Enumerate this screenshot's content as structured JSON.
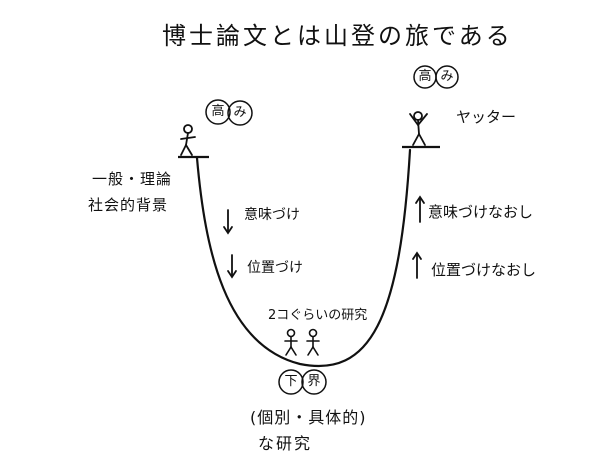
{
  "title": "博士論文とは山登の旅である",
  "start_badge": [
    "高",
    "み"
  ],
  "goal_badge": [
    "高",
    "み"
  ],
  "bottom_badge": [
    "下",
    "界"
  ],
  "left_label": [
    "一般・理論",
    "社会的背景"
  ],
  "down_arrow_labels": [
    "意味づけ",
    "位置づけ"
  ],
  "up_arrow_labels": [
    "意味づけなおし",
    "位置づけなおし"
  ],
  "valley_label": "2コぐらいの研究",
  "goal_exclaim": "ヤッター",
  "bottom_label": [
    "(個別・具体的)",
    "な研究"
  ]
}
